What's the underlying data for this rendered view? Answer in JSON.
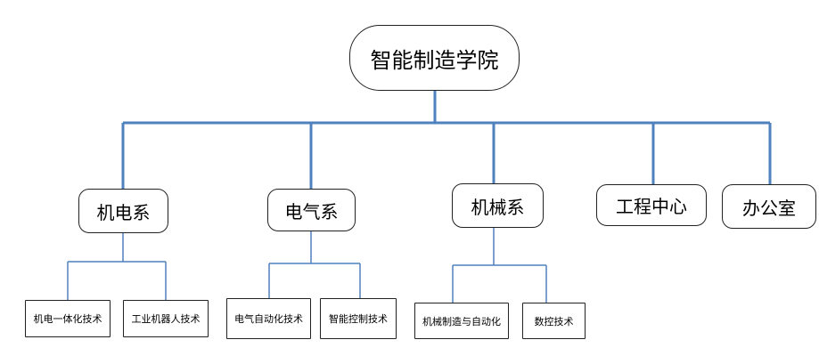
{
  "root": {
    "label": "智能制造学院"
  },
  "departments": [
    {
      "label": "机电系",
      "programs": [
        "机电一体化技术",
        "工业机器人技术"
      ]
    },
    {
      "label": "电气系",
      "programs": [
        "电气自动化技术",
        "智能控制技术"
      ]
    },
    {
      "label": "机械系",
      "programs": [
        "机械制造与自动化",
        "数控技术"
      ]
    },
    {
      "label": "工程中心",
      "programs": []
    },
    {
      "label": "办公室",
      "programs": []
    }
  ],
  "colors": {
    "connector": "#4f81bd",
    "border": "#222222",
    "background": "#ffffff"
  }
}
